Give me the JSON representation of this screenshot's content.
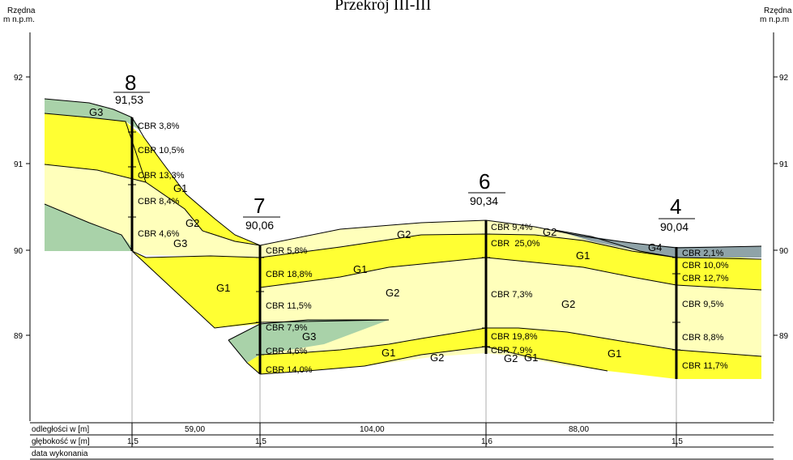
{
  "title": "Przekrój III-III",
  "left_axis_label": [
    "Rzędna",
    "m n.p.m."
  ],
  "right_axis_label": [
    "Rzędna",
    "m n.p.m"
  ],
  "elevation_ticks": [
    {
      "label": "92",
      "value": 92
    },
    {
      "label": "91",
      "value": 91
    },
    {
      "label": "90",
      "value": 90
    },
    {
      "label": "89",
      "value": 89
    }
  ],
  "colors": {
    "G1": "#ffff33",
    "G2": "#ffffbb",
    "G3": "#a9d2a9",
    "G4": "#8fa3a8"
  },
  "boreholes": [
    {
      "number": "8",
      "elevation": "91,53",
      "cbr": [
        "CBR 3,8%",
        "CBR 10,5%",
        "CBR 13,3%",
        "CBR 8,4%",
        "CBR 4,6%"
      ]
    },
    {
      "number": "7",
      "elevation": "90,06",
      "cbr": [
        "CBR 5,8%",
        "CBR 18,8%",
        "CBR 11,5%",
        "CBR 7,9%",
        "CBR 4,6%",
        "CBR 14,0%"
      ]
    },
    {
      "number": "6",
      "elevation": "90,34",
      "cbr": [
        "CBR 9,4%",
        "CBR  25,0%",
        "CBR 7,3%",
        "CBR 19,8%",
        "CBR 7,9%"
      ]
    },
    {
      "number": "4",
      "elevation": "90,04",
      "cbr": [
        "CBR 2,1%",
        "CBR 10,0%",
        "CBR 12,7%",
        "CBR 9,5%",
        "CBR 8,8%",
        "CBR 11,7%"
      ]
    }
  ],
  "layer_labels": [
    "G3",
    "G1",
    "G2",
    "G3",
    "G1",
    "G3",
    "G2",
    "G1",
    "G1",
    "G2",
    "G1",
    "G2",
    "G4",
    "G1",
    "G2",
    "G1"
  ],
  "table": {
    "row_labels": [
      "odległości w [m]",
      "głębokość w [m]",
      "data wykonania"
    ],
    "distances": [
      "59,00",
      "104,00",
      "88,00"
    ],
    "depths": [
      "1,5",
      "1,5",
      "1,6",
      "1,5"
    ]
  }
}
